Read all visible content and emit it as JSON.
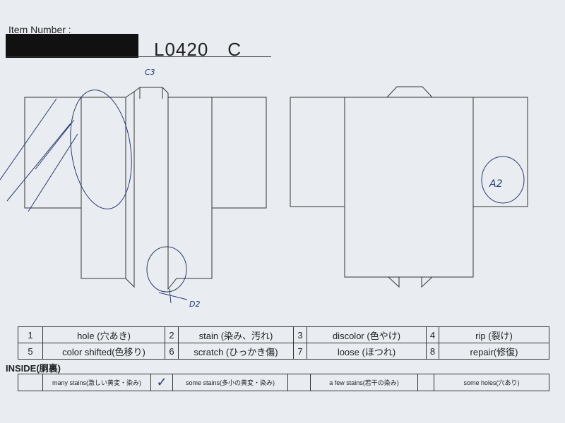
{
  "header": {
    "label": "Item Number :",
    "item_number": "L0420　C"
  },
  "annotations": [
    "C3",
    "D2",
    "A2"
  ],
  "legend": [
    {
      "num": "1",
      "text": "hole (穴あき)"
    },
    {
      "num": "2",
      "text": "stain (染み、汚れ)"
    },
    {
      "num": "3",
      "text": "discolor (色やけ)"
    },
    {
      "num": "4",
      "text": "rip (裂け)"
    },
    {
      "num": "5",
      "text": "color shifted(色移り)"
    },
    {
      "num": "6",
      "text": "scratch (ひっかき傷)"
    },
    {
      "num": "7",
      "text": "loose (ほつれ)"
    },
    {
      "num": "8",
      "text": "repair(修復)"
    }
  ],
  "inside": {
    "title": "INSIDE(胴裏)",
    "options": [
      {
        "text": "many stains(激しい黄変・染み)",
        "checked": false
      },
      {
        "text": "some stains(多小の黄変・染み)",
        "checked": true
      },
      {
        "text": "a few stains(若干の染み)",
        "checked": false
      },
      {
        "text": "some holes(穴あり)",
        "checked": false
      }
    ]
  }
}
